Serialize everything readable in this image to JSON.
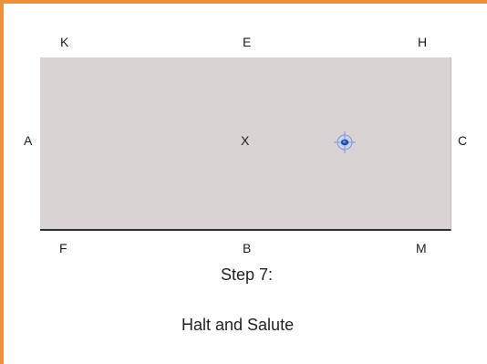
{
  "markers": {
    "K": "K",
    "E": "E",
    "H": "H",
    "A": "A",
    "X": "X",
    "C": "C",
    "F": "F",
    "B": "B",
    "M": "M"
  },
  "step": {
    "title": "Step 7:",
    "instruction": "Halt and Salute"
  },
  "colors": {
    "frame": "#f0903a",
    "arena": "#d9d4d3",
    "rider": "#1f4fa8"
  },
  "icons": {
    "rider": "rider-position-icon"
  }
}
